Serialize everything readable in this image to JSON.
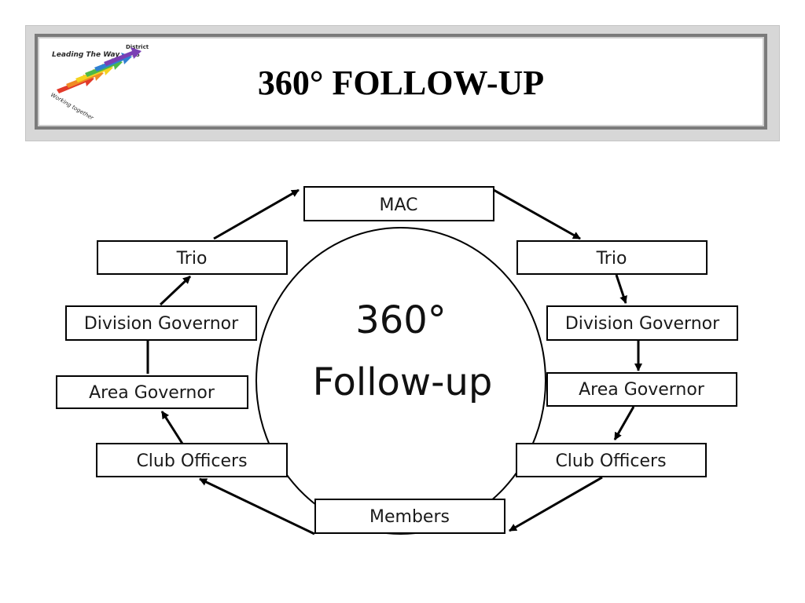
{
  "header": {
    "title": "360° FOLLOW-UP",
    "logo": {
      "text_main": "Leading The Way",
      "text_district": "District",
      "text_number": "55",
      "text_sub": "Working together",
      "colors": [
        "#e23a2a",
        "#f08a24",
        "#f4d21f",
        "#4db848",
        "#2f80d1",
        "#7a3fb4"
      ]
    }
  },
  "diagram": {
    "center": {
      "line1": "360°",
      "line2": "Follow-up"
    },
    "nodes": {
      "mac": "MAC",
      "trio_right": "Trio",
      "division_right": "Division Governor",
      "area_right": "Area Governor",
      "club_right": "Club Officers",
      "members": "Members",
      "club_left": "Club Officers",
      "area_left": "Area Governor",
      "division_left": "Division Governor",
      "trio_left": "Trio"
    }
  }
}
